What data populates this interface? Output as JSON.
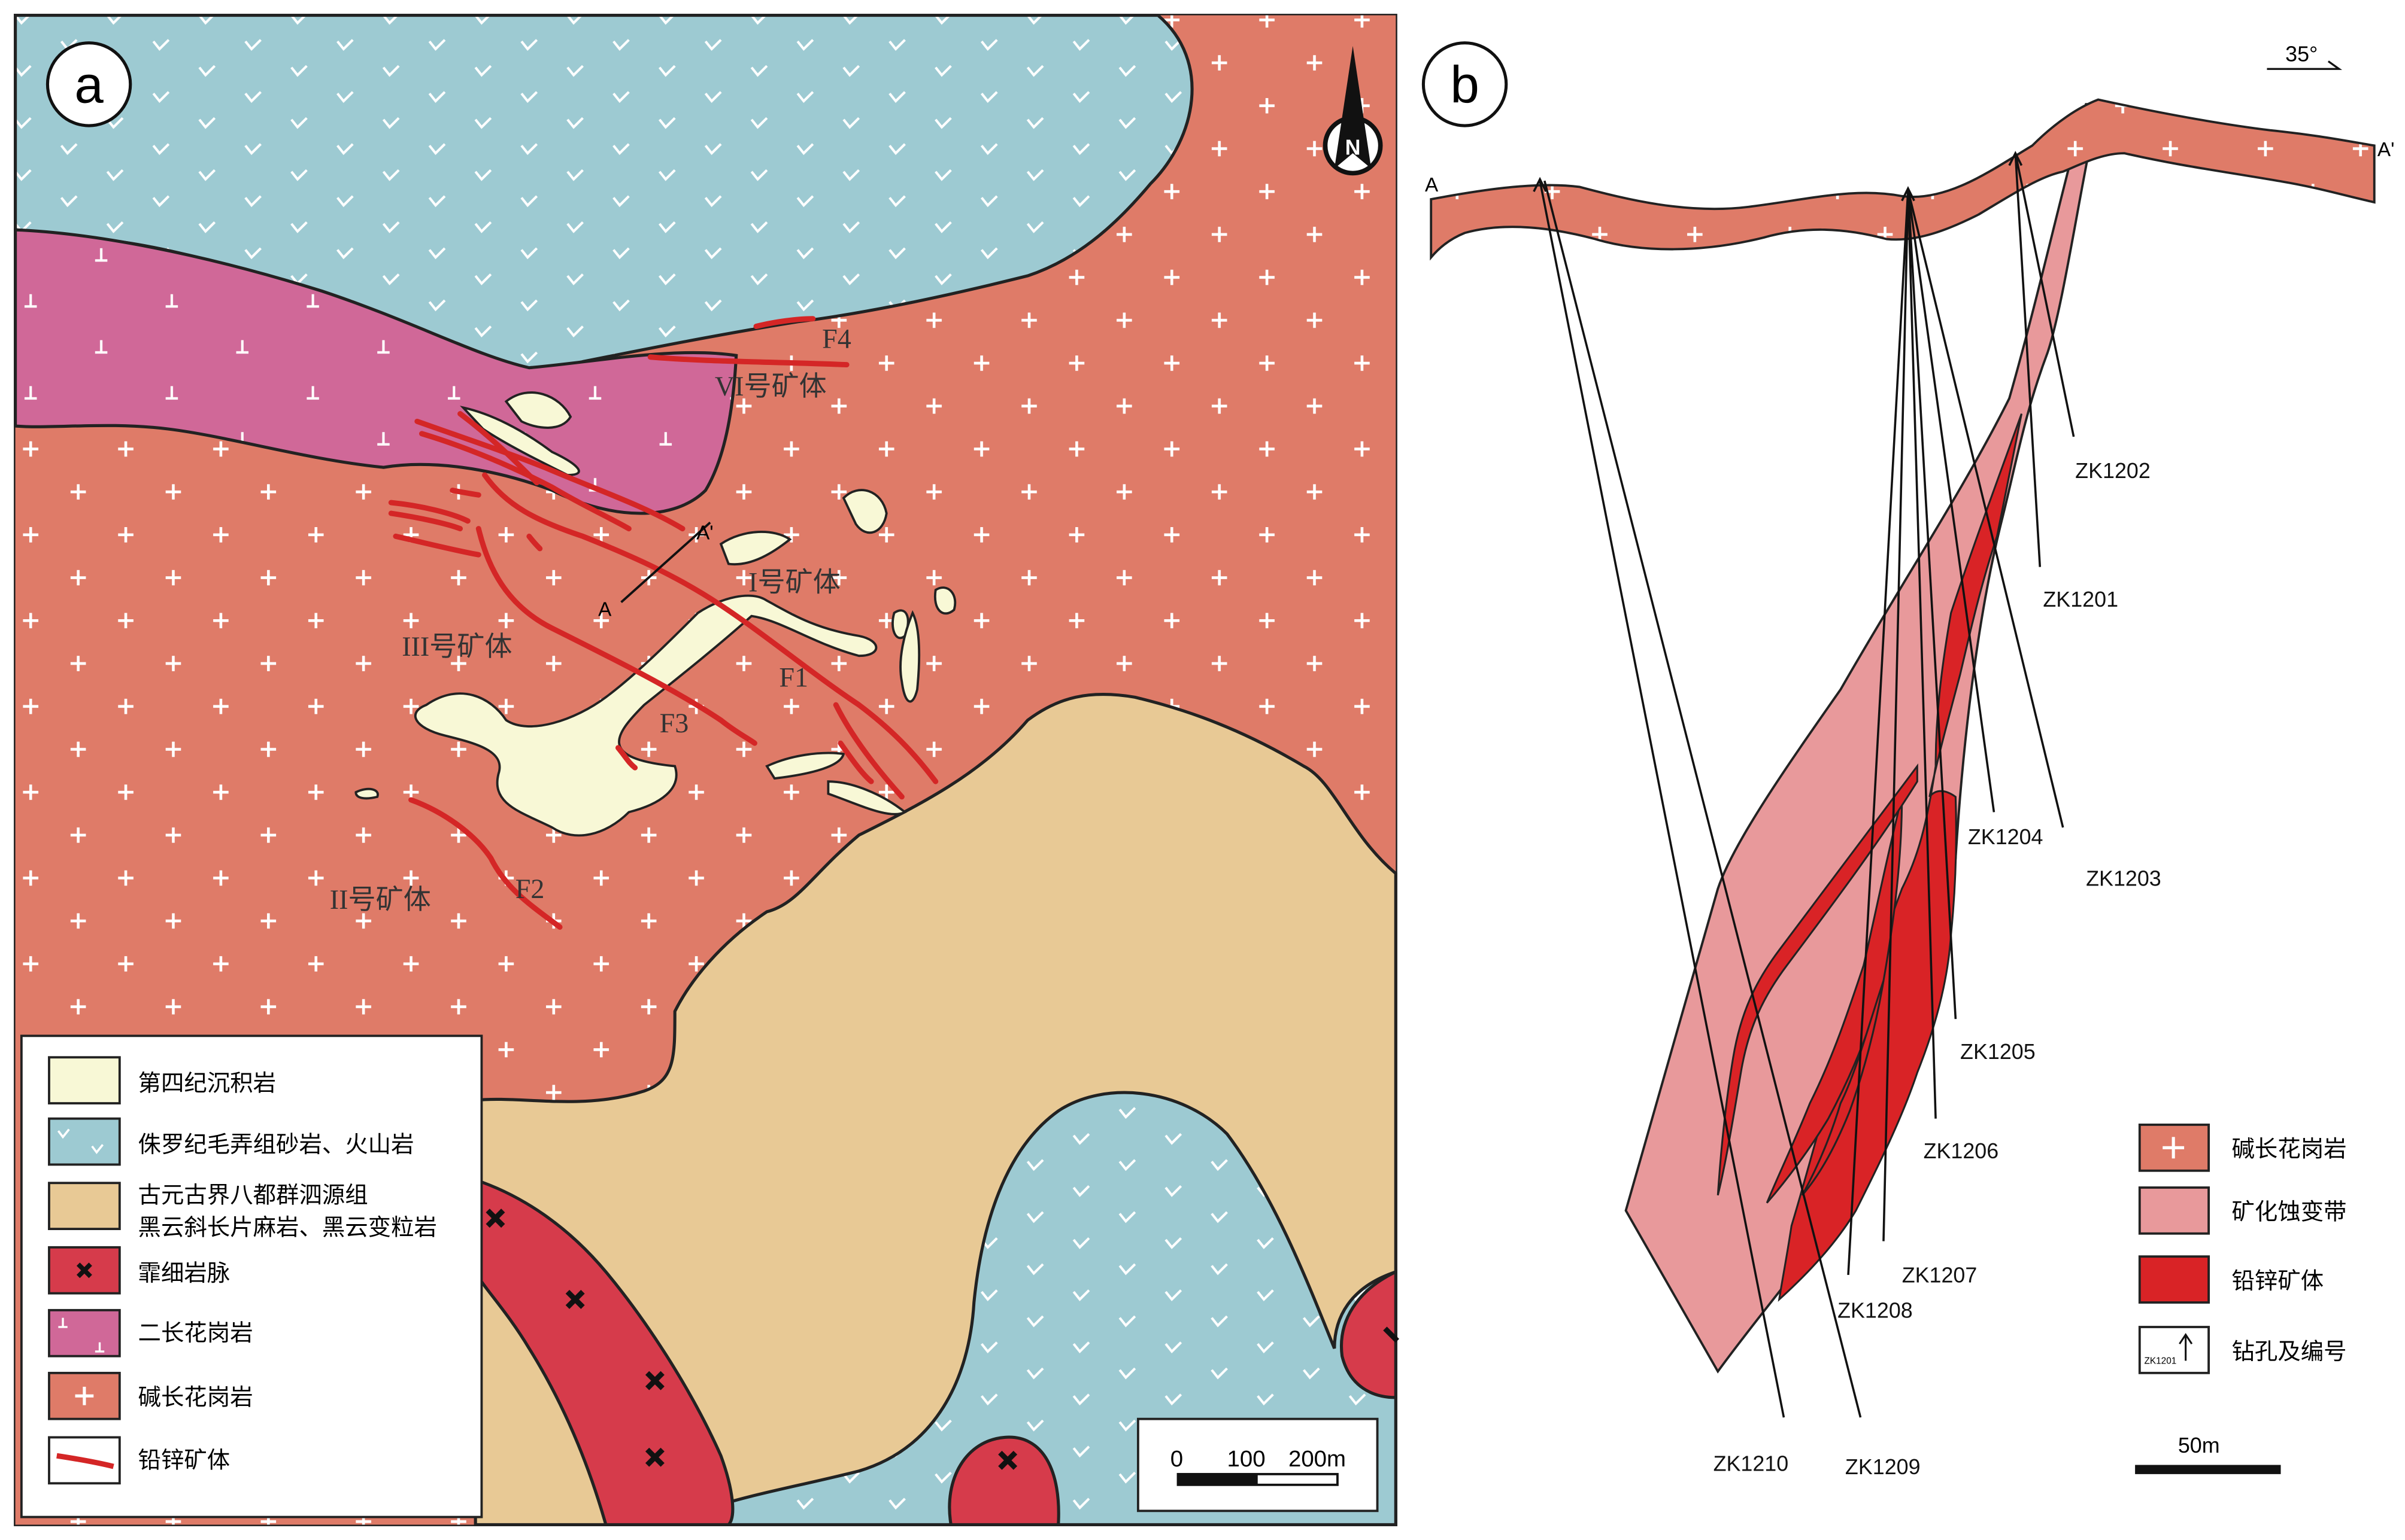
{
  "colors": {
    "quaternary": "#f8f8d6",
    "jurassic": "#9dcad2",
    "paleoproterozoic": "#e8c995",
    "lamprophyre": "#d63b4b",
    "adamellite": "#d06898",
    "alkali_granite": "#df7b68",
    "orebody": "#d92326",
    "alteration": "#e8999b",
    "ore_line": "#d42626"
  },
  "panel_a": {
    "label": "a",
    "north": "N",
    "section_start": "A",
    "section_end": "A'",
    "orebodies": {
      "vi": "VI号矿体",
      "i": "I号矿体",
      "iii": "III号矿体",
      "ii": "II号矿体"
    },
    "faults": {
      "f1": "F1",
      "f2": "F2",
      "f3": "F3",
      "f4": "F4"
    },
    "scale": {
      "t0": "0",
      "t1": "100",
      "t2": "200m"
    },
    "legend": [
      {
        "key": "quaternary",
        "label": "第四纪沉积岩"
      },
      {
        "key": "jurassic",
        "label": "侏罗纪毛弄组砂岩、火山岩"
      },
      {
        "key": "paleo",
        "label": "古元古界八都群泗源组",
        "label2": "黑云斜长片麻岩、黑云变粒岩"
      },
      {
        "key": "lamprophyre",
        "label": "霏细岩脉"
      },
      {
        "key": "adamellite",
        "label": "二长花岗岩"
      },
      {
        "key": "alkali",
        "label": "碱长花岗岩"
      },
      {
        "key": "ore",
        "label": "铅锌矿体"
      }
    ]
  },
  "panel_b": {
    "label": "b",
    "azimuth": "35°",
    "section_start": "A",
    "section_end": "A'",
    "drillholes": {
      "zk1201": "ZK1201",
      "zk1202": "ZK1202",
      "zk1203": "ZK1203",
      "zk1204": "ZK1204",
      "zk1205": "ZK1205",
      "zk1206": "ZK1206",
      "zk1207": "ZK1207",
      "zk1208": "ZK1208",
      "zk1209": "ZK1209",
      "zk1210": "ZK1210"
    },
    "legend": [
      {
        "key": "alkali",
        "label": "碱长花岗岩"
      },
      {
        "key": "alteration",
        "label": "矿化蚀变带"
      },
      {
        "key": "orebody",
        "label": "铅锌矿体"
      },
      {
        "key": "drill",
        "label": "钻孔及编号",
        "icon_text": "ZK1201"
      }
    ],
    "scale": "50m"
  }
}
